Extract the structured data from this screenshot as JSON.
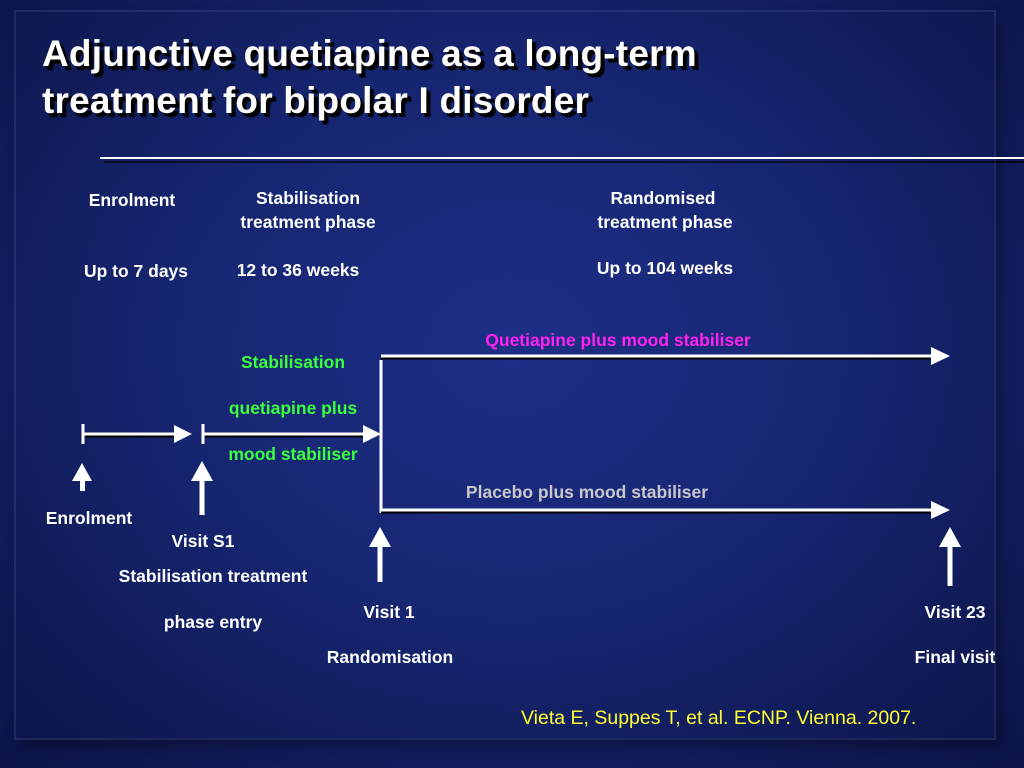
{
  "title": {
    "line1": "Adjunctive quetiapine as a long-term",
    "line2": "treatment for bipolar I disorder"
  },
  "phases": {
    "enrolment": {
      "label": "Enrolment",
      "duration": "Up to 7 days"
    },
    "stabilisation": {
      "label_line1": "Stabilisation",
      "label_line2": "treatment phase",
      "duration": "12 to 36 weeks"
    },
    "randomised": {
      "label_line1": "Randomised",
      "label_line2": "treatment phase",
      "duration": "Up to 104 weeks"
    }
  },
  "arms": {
    "quetiapine": "Quetiapine plus mood stabiliser",
    "placebo": "Placebo plus mood stabiliser",
    "stabilisation_line1": "Stabilisation",
    "stabilisation_line2": "quetiapine plus",
    "stabilisation_line3": "mood stabiliser"
  },
  "visits": {
    "enrolment": "Enrolment",
    "s1": "Visit S1",
    "s1_desc_line1": "Stabilisation treatment",
    "s1_desc_line2": "phase entry",
    "v1": "Visit 1",
    "v1_desc": "Randomisation",
    "v23": "Visit 23",
    "v23_desc": "Final visit"
  },
  "citation": "Vieta E, Suppes T, et al. ECNP. Vienna. 2007.",
  "colors": {
    "background": "#172672",
    "stabilisation_text": "#39ff3a",
    "quetiapine_text": "#ff22ee",
    "placebo_text": "#c8c8cc",
    "citation_text": "#ffff33",
    "lines": "#ffffff"
  }
}
